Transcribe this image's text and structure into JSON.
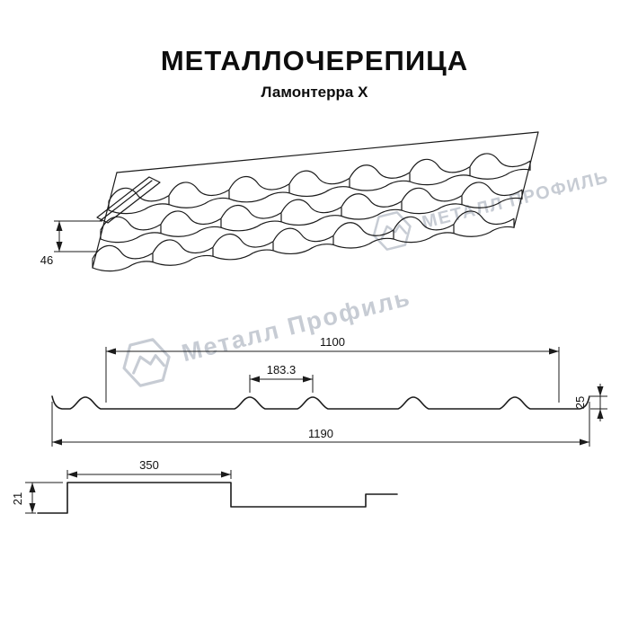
{
  "header": {
    "title": "МЕТАЛЛОЧЕРЕПИЦА",
    "subtitle": "Ламонтерра X"
  },
  "watermarks": {
    "upper_text": "МЕТАЛЛ ПРОФИЛЬ",
    "lower_text": "Металл Профиль",
    "color": "#c7ccd4"
  },
  "perspective_view": {
    "height_label": "46"
  },
  "cross_section": {
    "coverage_width": "1100",
    "wave_pitch": "183.3",
    "profile_height": "25",
    "overall_width": "1190"
  },
  "step_profile": {
    "step_height": "21",
    "module_length": "350"
  },
  "colors": {
    "line": "#1b1b1b",
    "background": "#ffffff",
    "watermark": "#c7ccd4"
  }
}
